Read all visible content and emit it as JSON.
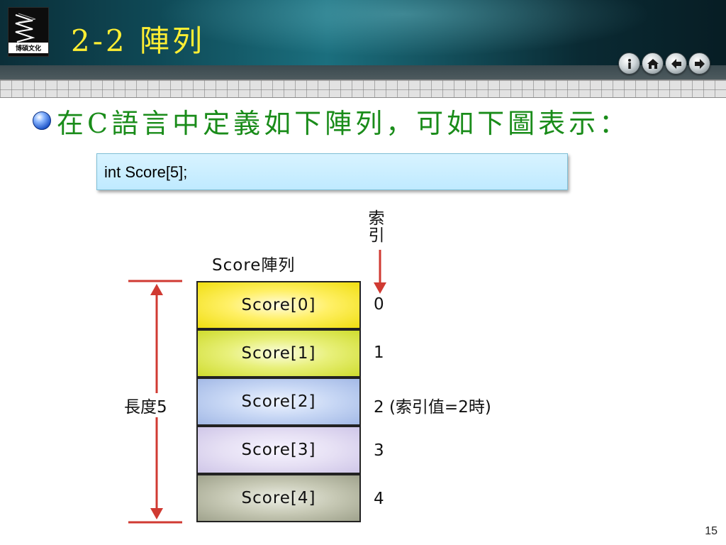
{
  "header": {
    "logo_text": "博碩文化",
    "title": "2-2 陣列",
    "nav_icons": [
      "info-icon",
      "home-icon",
      "back-arrow-icon",
      "forward-arrow-icon"
    ]
  },
  "bullet": {
    "text": "在C語言中定義如下陣列，可如下圖表示："
  },
  "code": {
    "line": "int Score[5];"
  },
  "diagram": {
    "array_title": "Score陣列",
    "index_label": "索\n引",
    "length_label": "長度5",
    "cells": [
      "Score[0]",
      "Score[1]",
      "Score[2]",
      "Score[3]",
      "Score[4]"
    ],
    "indices": [
      "0",
      "1",
      "2 (索引值=2時)",
      "3",
      "4"
    ],
    "colors": {
      "arrow_red": "#d03a32"
    }
  },
  "footer": {
    "page_number": "15"
  }
}
